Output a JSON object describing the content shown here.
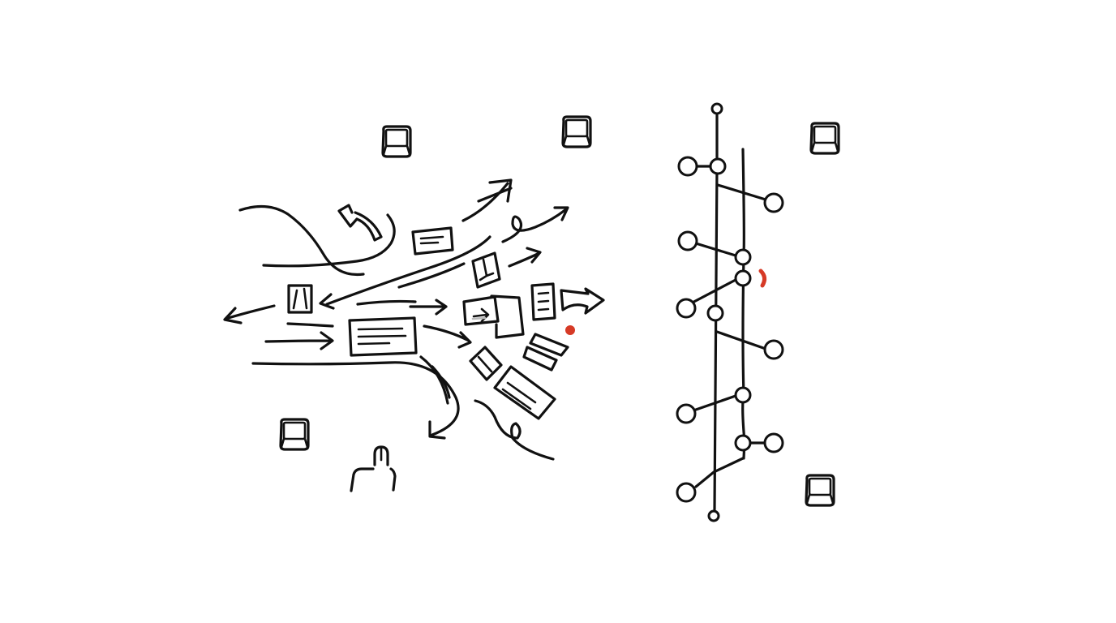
{
  "diagram": {
    "left_cluster": {
      "name": "chaotic-flow",
      "key_icons": 3,
      "person_icons": 1
    },
    "right_cluster": {
      "name": "structured-timeline",
      "key_icons": 2,
      "rails": 2
    }
  },
  "icons": {
    "key": "keyboard-key-icon",
    "person": "person-icon",
    "document": "document-icon",
    "arrow": "arrow-icon"
  },
  "colors": {
    "ink": "#111111",
    "accent": "#d63a26",
    "faded": "#b8b8b8",
    "background": "#ffffff"
  }
}
